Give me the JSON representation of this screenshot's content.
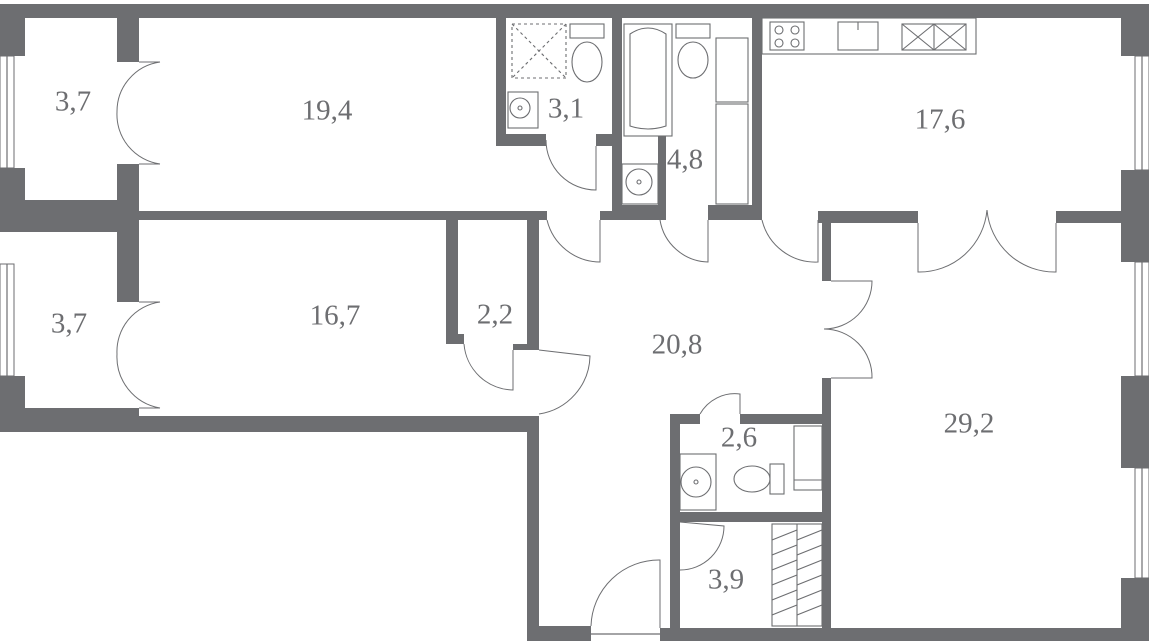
{
  "plan": {
    "rooms": [
      {
        "id": "balcony-top",
        "area": "3,7"
      },
      {
        "id": "bedroom-top",
        "area": "19,4"
      },
      {
        "id": "bathroom-shower",
        "area": "3,1"
      },
      {
        "id": "bathroom-tub",
        "area": "4,8"
      },
      {
        "id": "kitchen",
        "area": "17,6"
      },
      {
        "id": "balcony-bottom",
        "area": "3,7"
      },
      {
        "id": "bedroom-bottom",
        "area": "16,7"
      },
      {
        "id": "closet",
        "area": "2,2"
      },
      {
        "id": "hallway",
        "area": "20,8"
      },
      {
        "id": "wc",
        "area": "2,6"
      },
      {
        "id": "living-room",
        "area": "29,2"
      },
      {
        "id": "wardrobe",
        "area": "3,9"
      }
    ]
  }
}
